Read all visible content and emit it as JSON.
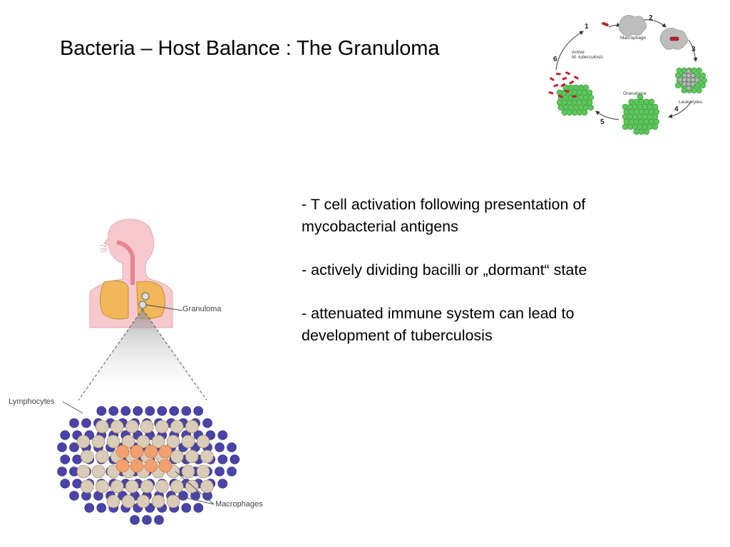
{
  "slide": {
    "title": "Bacteria – Host Balance : The Granuloma"
  },
  "bullets": [
    {
      "lines": [
        "- T cell activation following presentation of",
        "mycobacterial antigens"
      ]
    },
    {
      "lines": [
        "- actively dividing bacilli or „dormant“ state"
      ]
    },
    {
      "lines": [
        "- attenuated immune system can lead to",
        "development of tuberculosis"
      ]
    }
  ],
  "cycle_diagram": {
    "steps": [
      "1",
      "2",
      "3",
      "4",
      "5",
      "6"
    ],
    "labels": {
      "macrophage": "Macrophage",
      "active": "Active",
      "mtb": "M. tuberculosis",
      "granuloma": "Granuloma",
      "leukocytes": "Leukocytes"
    },
    "colors": {
      "bacteria": "#c0202a",
      "leukocyte": "#5cc85c",
      "macrophage": "#b9b9b9"
    }
  },
  "anatomy_diagram": {
    "labels": {
      "granuloma": "Granuloma",
      "lymphocytes": "Lymphocytes",
      "macrophages": "Macrophages"
    },
    "colors": {
      "skin": "#f7c9cf",
      "lung": "#f0b85a",
      "lymphocyte": "#4a44a8",
      "macrophage": "#f2a070"
    }
  }
}
